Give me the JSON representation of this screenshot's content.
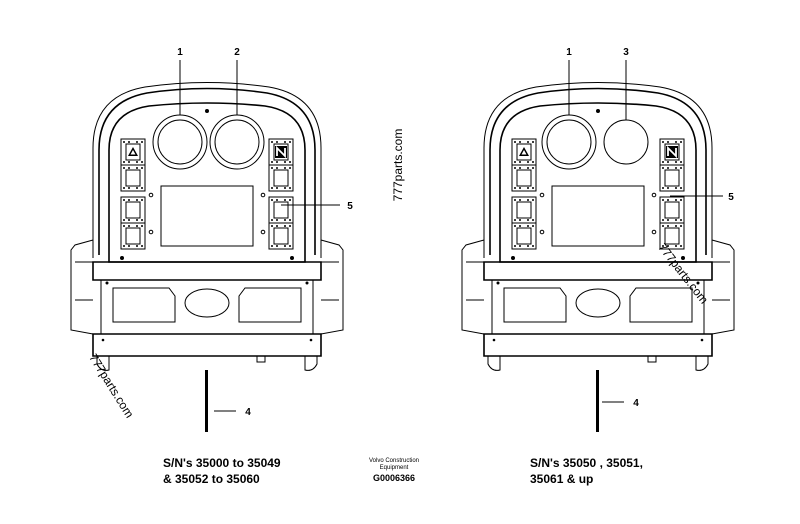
{
  "callouts": [
    "1",
    "2",
    "3",
    "4",
    "5"
  ],
  "captions": {
    "left_line1": "S/N's 35000 to 35049",
    "left_line2": "& 35052 to 35060",
    "right_line1": "S/N's 35050 , 35051,",
    "right_line2": "35061 & up"
  },
  "center_block": {
    "line1": "Volvo Construction",
    "line2": "Equipment",
    "code": "G0006366"
  },
  "watermark": "777parts.com"
}
